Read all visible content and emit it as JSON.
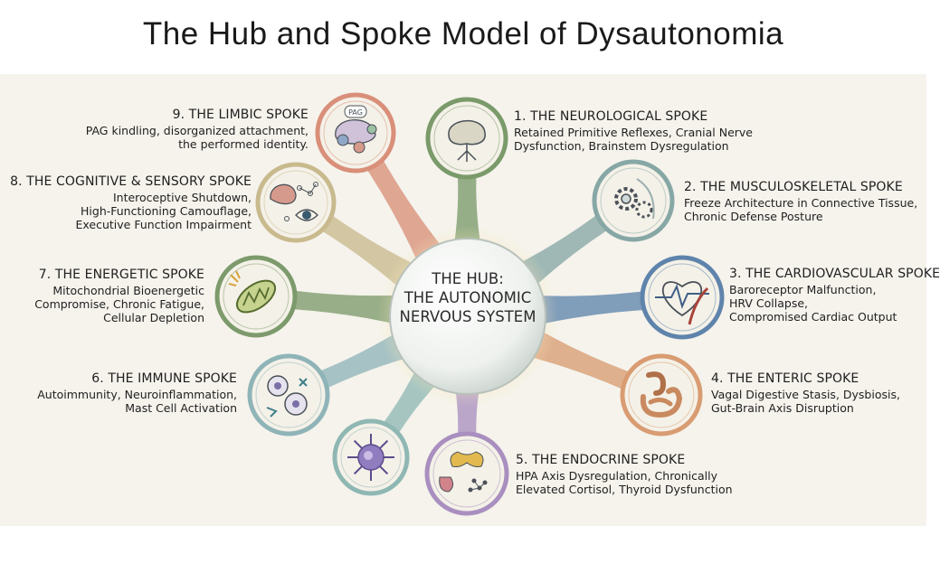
{
  "title": "The Hub and Spoke Model of Dysautonomia",
  "hub": {
    "label": "THE HUB:\nTHE AUTONOMIC\nNERVOUS SYSTEM"
  },
  "spokes": [
    {
      "title": "1. THE NEUROLOGICAL SPOKE",
      "desc": "Retained Primitive Reflexes, Cranial Nerve\nDysfunction, Brainstem Dysregulation",
      "color": "#7a9a6a",
      "icon": "brain-nerve-icon"
    },
    {
      "title": "2. THE MUSCULOSKELETAL SPOKE",
      "desc": "Freeze Architecture in Connective Tissue,\nChronic Defense Posture",
      "color": "#86a7a5",
      "icon": "gears-icon"
    },
    {
      "title": "3. THE CARDIOVASCULAR SPOKE",
      "desc": "Baroreceptor Malfunction,\nHRV Collapse,\nCompromised Cardiac Output",
      "color": "#5f84ac",
      "icon": "heart-ecg-icon"
    },
    {
      "title": "4. THE ENTERIC SPOKE",
      "desc": "Vagal Digestive Stasis, Dysbiosis,\nGut-Brain Axis Disruption",
      "color": "#d99c72",
      "icon": "intestine-icon"
    },
    {
      "title": "5. THE ENDOCRINE SPOKE",
      "desc": "HPA Axis Dysregulation, Chronically\nElevated Cortisol, Thyroid Dysfunction",
      "color": "#a98fbf",
      "icon": "thyroid-icon"
    },
    {
      "title": "",
      "desc": "",
      "color": "#8fb7b3",
      "icon": "cell-icon"
    },
    {
      "title": "6. THE IMMUNE SPOKE",
      "desc": "Autoimmunity, Neuroinflammation,\nMast Cell Activation",
      "color": "#8fb4b8",
      "icon": "immune-cells-icon"
    },
    {
      "title": "7. THE ENERGETIC SPOKE",
      "desc": "Mitochondrial Bioenergetic\nCompromise, Chronic Fatigue,\nCellular Depletion",
      "color": "#7d9a6c",
      "icon": "mitochondria-icon"
    },
    {
      "title": "8. THE COGNITIVE & SENSORY SPOKE",
      "desc": "Interoceptive Shutdown,\nHigh-Functioning Camouflage,\nExecutive Function Impairment",
      "color": "#c9ba8e",
      "icon": "brain-eye-icon"
    },
    {
      "title": "9. THE LIMBIC SPOKE",
      "desc": "PAG kindling, disorganized attachment,\nthe performed identity.",
      "color": "#d98f79",
      "icon": "limbic-icon",
      "badge": "PAG"
    }
  ]
}
